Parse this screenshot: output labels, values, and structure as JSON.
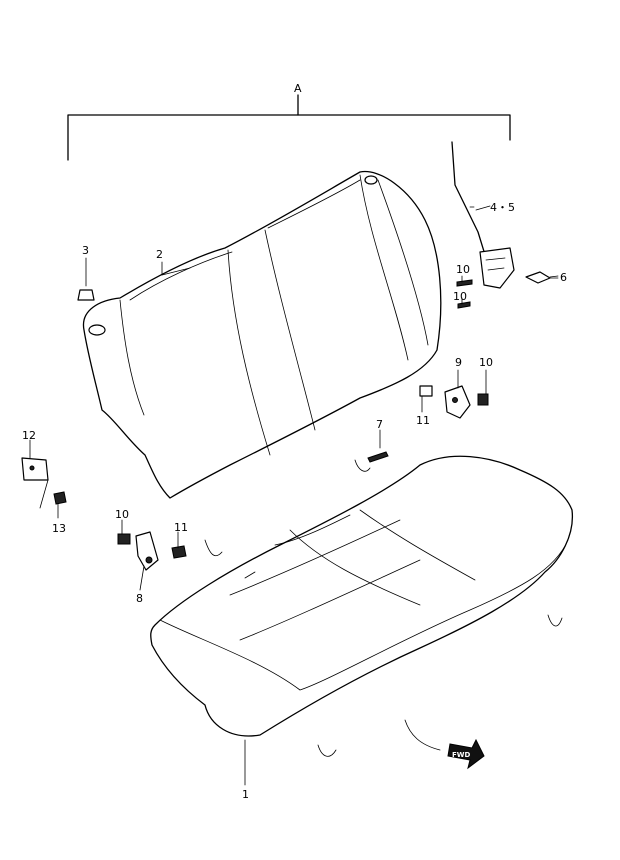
{
  "group_label": "A",
  "callouts": {
    "p1": "1",
    "p2": "2",
    "p3": "3",
    "p45": "4・5",
    "p6": "6",
    "p7": "7",
    "p8": "8",
    "p9": "9",
    "p10_upper_a": "10",
    "p10_upper_b": "10",
    "p10_right": "10",
    "p10_left": "10",
    "p11_right": "11",
    "p11_left": "11",
    "p12": "12",
    "p13": "13"
  },
  "direction_badge": "FWD"
}
